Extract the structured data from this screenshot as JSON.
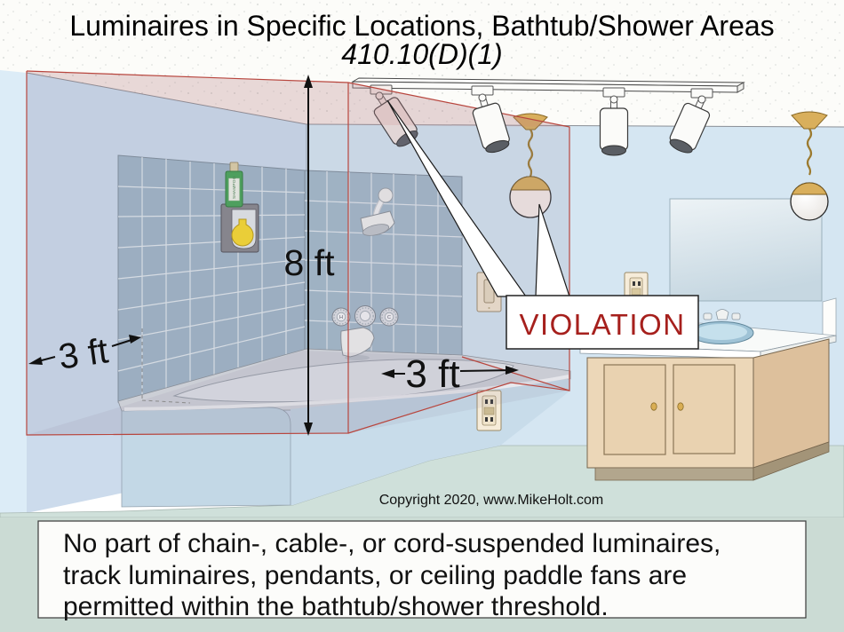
{
  "title": {
    "line1": "Luminaires in Specific Locations, Bathtub/Shower Areas",
    "line2": "410.10(D)(1)"
  },
  "diagram": {
    "violation_label": "VIOLATION",
    "dimensions": {
      "height": "8 ft",
      "horizontal_left": "3 ft",
      "horizontal_center": "3 ft"
    },
    "fixture_labels": {
      "hot": "H",
      "cold": "C",
      "shampoo": "SHAMPOO"
    }
  },
  "copyright": "Copyright 2020, www.MikeHolt.com",
  "note": {
    "lines": [
      "No part of chain-, cable-, or cord-suspended luminaires,",
      "track luminaires, pendants, or ceiling paddle fans are",
      "permitted within the bathtub/shower threshold."
    ]
  },
  "colors": {
    "violation_text": "#a6201d",
    "zone_outline": "#b8463e",
    "wall_blue": "#d5e6f2",
    "tile": "#9fb5c7",
    "floor": "#cfe0da",
    "cabinet": "#ecd7b8",
    "pendant_brass": "#d9af5c",
    "background_bottom": "#cbdbd4"
  }
}
